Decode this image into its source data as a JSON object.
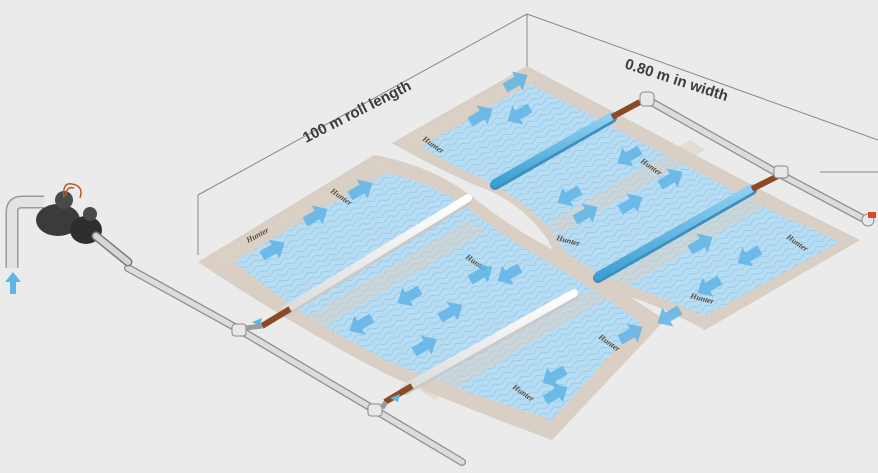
{
  "labels": {
    "roll_length": "100 m roll length",
    "width": "0.80 m in width",
    "brand_mark": "Hunter"
  },
  "colors": {
    "background": "#ebebeb",
    "mat_base": "#d9cfc4",
    "water": "#a8d4ee",
    "arrow": "#5fb4e6",
    "pipe_grey": "#cfcfcf",
    "tube_white": "#ffffff",
    "tube_blue": "#5bb8e6",
    "fitting_brown": "#8a4a24",
    "valve": "#3b3b3b",
    "dimension_line": "#888888"
  },
  "icons": [
    "inflow-arrow-icon",
    "control-valve-icon",
    "end-cap-icon",
    "tee-fitting-icon",
    "flow-arrow-icon"
  ]
}
